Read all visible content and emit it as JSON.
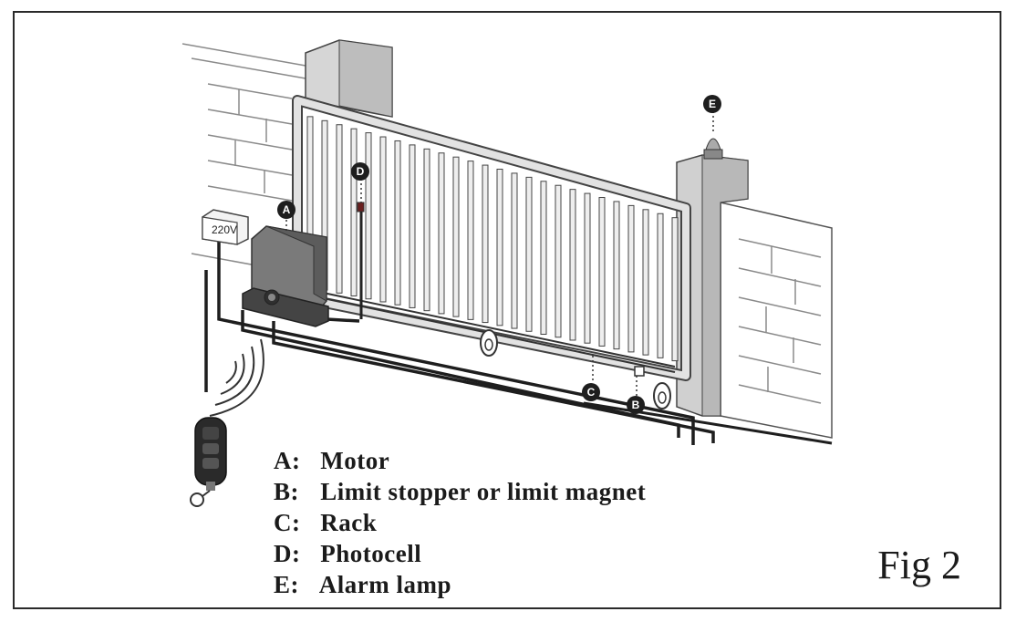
{
  "figure": {
    "label": "Fig 2"
  },
  "power_box": {
    "label": "220V"
  },
  "markers": {
    "A": "A",
    "B": "B",
    "C": "C",
    "D": "D",
    "E": "E"
  },
  "legend": [
    {
      "key": "A:",
      "text": "Motor"
    },
    {
      "key": "B:",
      "text": "Limit stopper or limit magnet"
    },
    {
      "key": "C:",
      "text": "Rack"
    },
    {
      "key": "D:",
      "text": "Photocell"
    },
    {
      "key": "E:",
      "text": "Alarm lamp"
    }
  ],
  "colors": {
    "line": "#2a2a2a",
    "wall_line": "#8a8a8a",
    "gate_frame": "#cfcfcf",
    "motor": "#6b6b6b",
    "badge": "#1e1e1e"
  }
}
